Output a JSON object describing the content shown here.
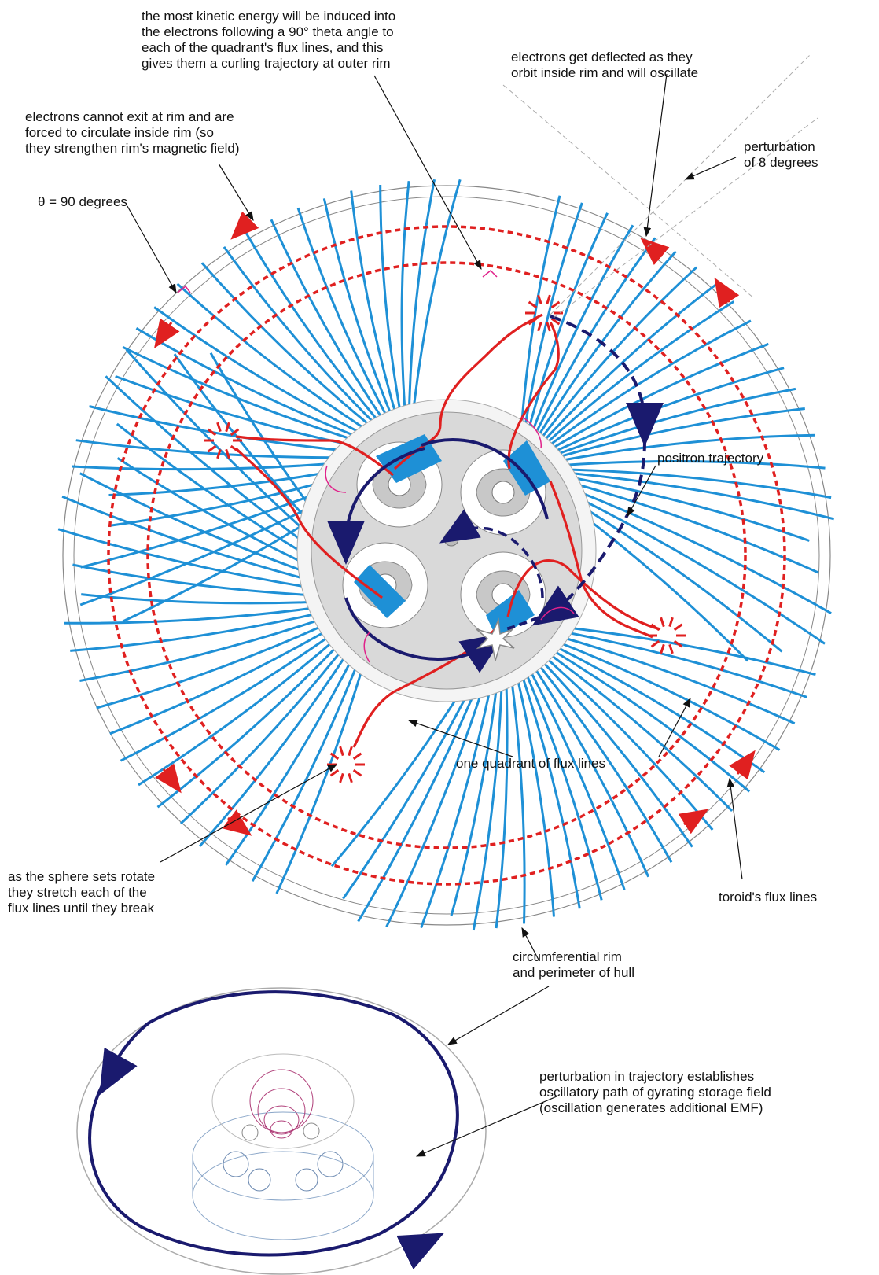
{
  "labels": {
    "kinetic": [
      "the most kinetic energy will be induced into",
      "the electrons following a 90° theta angle to",
      "each of the quadrant's flux lines, and this",
      "gives them a curling trajectory at outer rim"
    ],
    "deflected": [
      "electrons get deflected as they",
      "orbit inside rim and will oscillate"
    ],
    "cannot_exit": [
      "electrons cannot exit at rim and are",
      "forced to circulate inside rim (so",
      "they strengthen rim's magnetic field)"
    ],
    "perturbation_8": [
      "perturbation",
      "of 8 degrees"
    ],
    "theta": "θ = 90 degrees",
    "positron": "positron trajectory",
    "quadrant": "one quadrant of flux lines",
    "sphere_sets": [
      "as the sphere sets rotate",
      "they stretch each of the",
      "flux lines until they break"
    ],
    "toroid": "toroid's flux lines",
    "rim": [
      "circumferential rim",
      "and perimeter of hull"
    ],
    "perturbation_path": [
      "perturbation in trajectory establishes",
      "oscillatory path of gyrating storage field",
      "(oscillation generates additional EMF)"
    ]
  },
  "colors": {
    "flux": "#1e90d6",
    "electron": "#e02020",
    "positron": "#1a1a6e",
    "hub": "#d9d9d9",
    "outline": "#888888"
  }
}
